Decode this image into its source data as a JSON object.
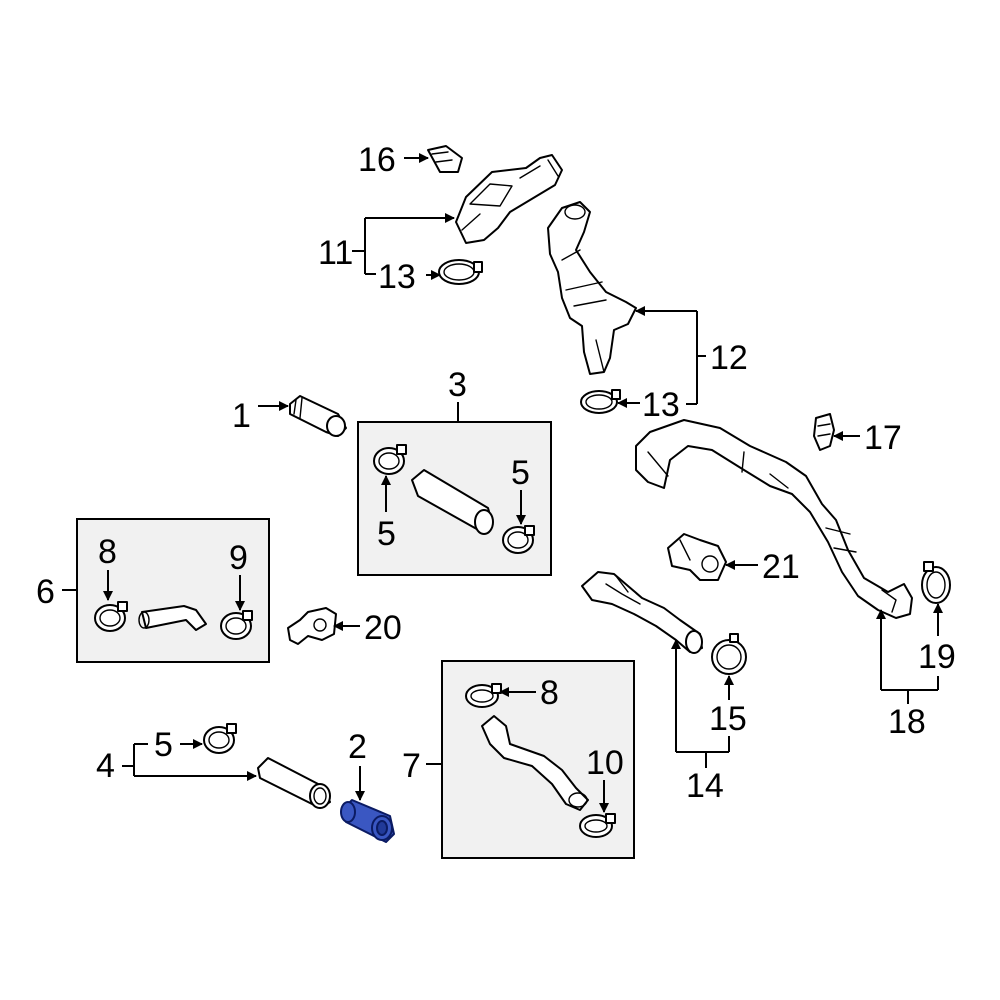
{
  "callouts": {
    "c1": "1",
    "c2": "2",
    "c3": "3",
    "c4": "4",
    "c5a": "5",
    "c5b": "5",
    "c5c": "5",
    "c6": "6",
    "c7": "7",
    "c8a": "8",
    "c8b": "8",
    "c9": "9",
    "c10": "10",
    "c11": "11",
    "c12": "12",
    "c13a": "13",
    "c13b": "13",
    "c14": "14",
    "c15": "15",
    "c16": "16",
    "c17": "17",
    "c18": "18",
    "c19": "19",
    "c20": "20",
    "c21": "21"
  },
  "colors": {
    "highlight": "#3a57c2",
    "box_fill": "#f1f1f1",
    "line": "#000000"
  }
}
